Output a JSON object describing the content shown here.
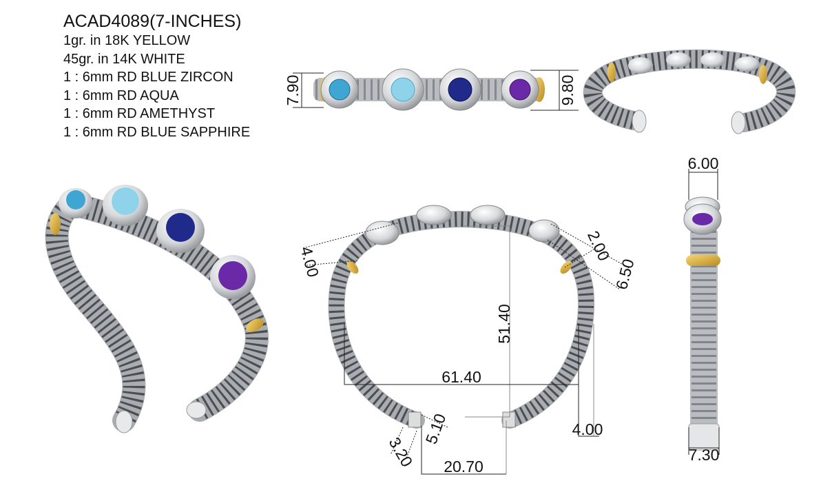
{
  "spec": {
    "title": "ACAD4089(7-INCHES)",
    "lines": [
      "1gr.  in 18K YELLOW",
      "45gr.  in 14K WHITE",
      "1 : 6mm RD BLUE ZIRCON",
      "1 : 6mm RD AQUA",
      "1 : 6mm RD AMETHYST",
      "1 : 6mm RD BLUE SAPPHIRE"
    ]
  },
  "dimensions": {
    "top_left_height": "7.90",
    "top_right_height": "9.80",
    "side_top_width": "6.00",
    "side_bottom_width": "7.30",
    "front_left_bezel": "4.00",
    "front_ring": "2.00",
    "front_right_bezel": "6.50",
    "front_height": "51.40",
    "front_width": "61.40",
    "front_end_offset": "4.00",
    "front_end_cap": "5.10",
    "front_end_wire": "3.20",
    "front_opening": "20.70"
  },
  "colors": {
    "blue_zircon": "#3fa6d4",
    "aqua": "#8fd3ea",
    "sapphire": "#1f2a8a",
    "amethyst": "#6a2aa8",
    "gold": "#d9a93a",
    "silver": "#b8bbbf"
  }
}
